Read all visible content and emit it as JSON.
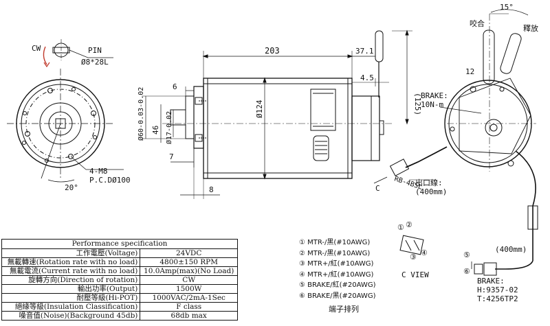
{
  "labels": {
    "cw": "CW",
    "pin_title": "PIN",
    "pin_spec": "Ø8*28L",
    "m8": "4-M8",
    "pcd": "P.C.DØ100",
    "angle20": "20°",
    "dim203": "203",
    "dim37": "37.1",
    "dim6": "6",
    "dim45": "4.5",
    "dim125": "(125)",
    "dia60": "Ø60-0.03-0.02",
    "dia46": "46",
    "dia17": "Ø17-0.02",
    "dia124": "Ø124",
    "dim7": "7",
    "dim8": "8",
    "angle15": "15°",
    "engage": "咬合",
    "release": "釋放",
    "dim12": "12",
    "brake_label": "BRAKE:",
    "brake_torque": "10N-m",
    "c_arrow": "C",
    "rb": "RB-4BSL",
    "lead_out": "出口線:",
    "lead_len": "(400mm)",
    "c_view": "C VIEW",
    "cable_len": "(400mm)",
    "brake_h": "H:9357-02",
    "brake_t": "T:4256TP2",
    "terminal_title": "端子排列",
    "n1": "①",
    "n2": "②",
    "n3": "③",
    "n4": "④",
    "n5": "⑤",
    "n6": "⑥"
  },
  "legend": [
    "① MTR-/黑(#10AWG)",
    "② MTR-/黑(#10AWG)",
    "③ MTR+/紅(#10AWG)",
    "④ MTR+/紅(#10AWG)",
    "⑤ BRAKE/紅(#20AWG)",
    "⑥ BRAKE/黑(#20AWG)"
  ],
  "spec": {
    "title": "Performance specification",
    "rows": [
      [
        "工作電壓(Voltage)",
        "24VDC"
      ],
      [
        "無載轉速(Rotation rate with no load)",
        "4800±150 RPM"
      ],
      [
        "無載電流(Current rate with no load)",
        "10.0Amp(max)(No Load)"
      ],
      [
        "旋轉方向(Direction of rotation)",
        "CW"
      ],
      [
        "輸出功率(Output)",
        "1500W"
      ],
      [
        "耐壓等級(Hi-POT)",
        "1000VAC/2mA-1Sec"
      ],
      [
        "絕緣等級(Insulation Classification)",
        "F class"
      ],
      [
        "噪音值(Noise)(Background 45db)",
        "68db max"
      ]
    ]
  }
}
